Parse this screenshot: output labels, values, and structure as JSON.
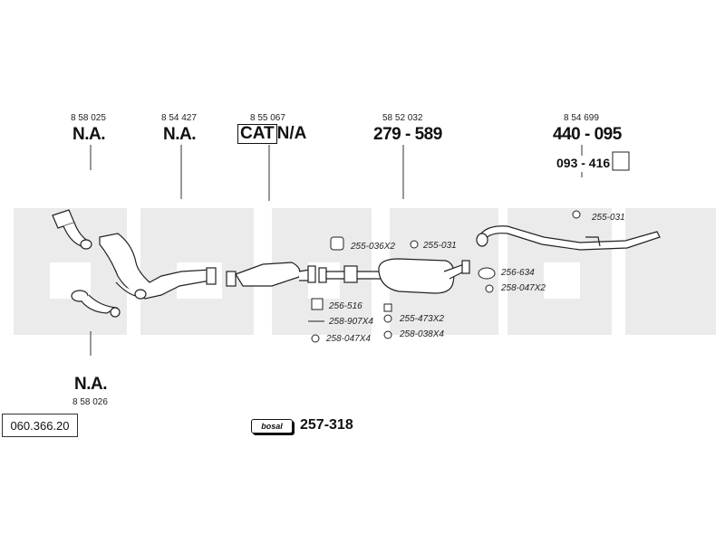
{
  "callouts": [
    {
      "oem": "8 58 025",
      "part": "N.A."
    },
    {
      "oem": "8 54 427",
      "part": "N.A."
    },
    {
      "oem": "8 55 067",
      "cat": "CAT",
      "part": "N/A"
    },
    {
      "oem": "58 52 032",
      "part": "279 - 589"
    },
    {
      "oem": "8 54 699",
      "part": "440 - 095",
      "sub": "093 - 416"
    },
    {
      "oem": "8 58 026",
      "part": "N.A."
    }
  ],
  "parts": {
    "p255_036": "255-036X2",
    "p255_031_a": "255-031",
    "p255_031_b": "255-031",
    "p256_516": "256-516",
    "p258_907": "258-907X4",
    "p258_047_a": "258-047X4",
    "p255_473": "255-473X2",
    "p258_038": "258-038X4",
    "p256_634": "256-634",
    "p258_047_b": "258-047X2"
  },
  "catalog_number": "060.366.20",
  "kit": {
    "brand": "bosal",
    "number": "257-318"
  },
  "watermark": "bosal"
}
